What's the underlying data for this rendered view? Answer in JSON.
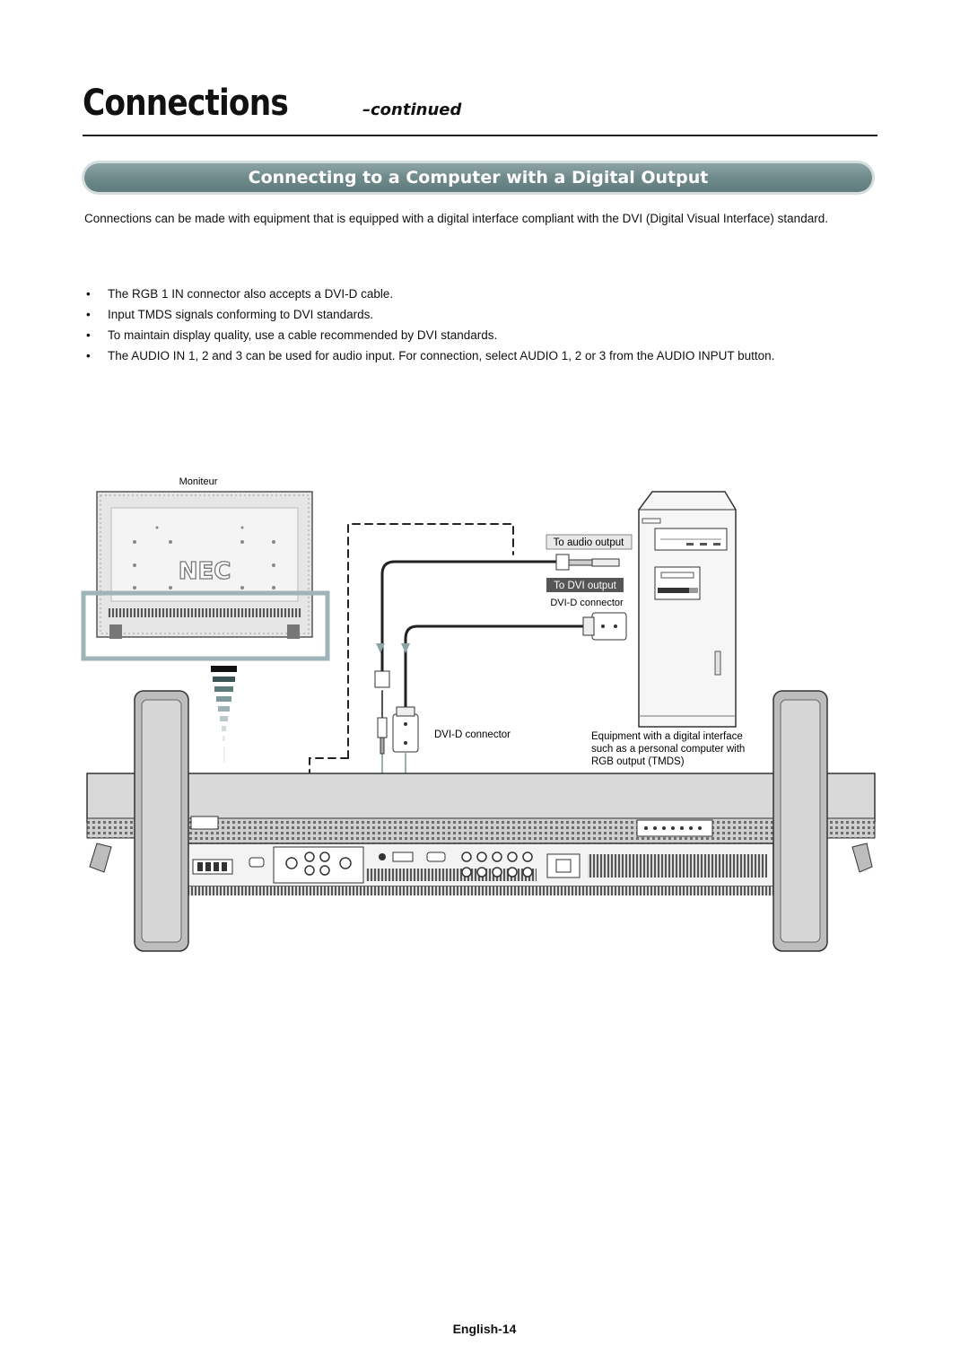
{
  "header": {
    "title": "Connections",
    "suffix": "–continued"
  },
  "section_title": "Connecting to a Computer with a Digital Output",
  "intro": "Connections can be made with equipment that is equipped with a digital interface compliant with the DVI (Digital Visual Interface) standard.",
  "bullets": [
    "The RGB 1 IN connector also accepts a DVI-D cable.",
    "Input TMDS signals conforming to DVI standards.",
    "To maintain display quality, use a cable recommended by DVI standards.",
    "The AUDIO IN 1, 2 and 3 can be used for audio input. For connection, select AUDIO 1, 2 or 3 from the AUDIO INPUT button."
  ],
  "diagram": {
    "monitor_label": "Moniteur",
    "brand": "NEC",
    "to_audio_output": "To audio output",
    "to_dvi_output": "To DVI output",
    "dvi_d_connector_pc": "DVI-D connector",
    "dvi_d_connector_monitor": "DVI-D connector",
    "equipment_desc": [
      "Equipment with a digital interface",
      "such as a personal computer with",
      "RGB output (TMDS)"
    ]
  },
  "footer": {
    "page": "English-14"
  }
}
